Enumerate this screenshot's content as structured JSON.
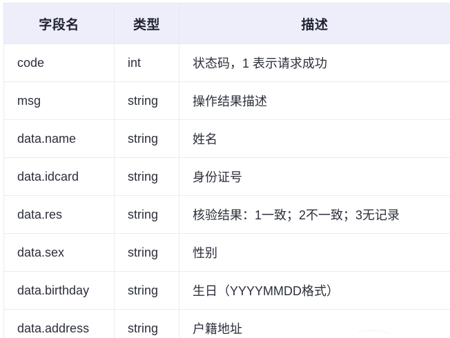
{
  "table": {
    "name": "api-response-field-table",
    "header_background": "#eeeefb",
    "border_color": "#ececf1",
    "columns": [
      {
        "key": "field",
        "label": "字段名",
        "align": "center"
      },
      {
        "key": "type",
        "label": "类型",
        "align": "center"
      },
      {
        "key": "desc",
        "label": "描述",
        "align": "center"
      }
    ],
    "rows": [
      {
        "field": "code",
        "type": "int",
        "desc": "状态码，1 表示请求成功"
      },
      {
        "field": "msg",
        "type": "string",
        "desc": "操作结果描述"
      },
      {
        "field": "data.name",
        "type": "string",
        "desc": "姓名"
      },
      {
        "field": "data.idcard",
        "type": "string",
        "desc": "身份证号"
      },
      {
        "field": "data.res",
        "type": "string",
        "desc": "核验结果：1一致；2不一致；3无记录"
      },
      {
        "field": "data.sex",
        "type": "string",
        "desc": "性别"
      },
      {
        "field": "data.birthday",
        "type": "string",
        "desc": "生日（YYYYMMDD格式）"
      },
      {
        "field": "data.address",
        "type": "string",
        "desc": "户籍地址"
      }
    ]
  }
}
